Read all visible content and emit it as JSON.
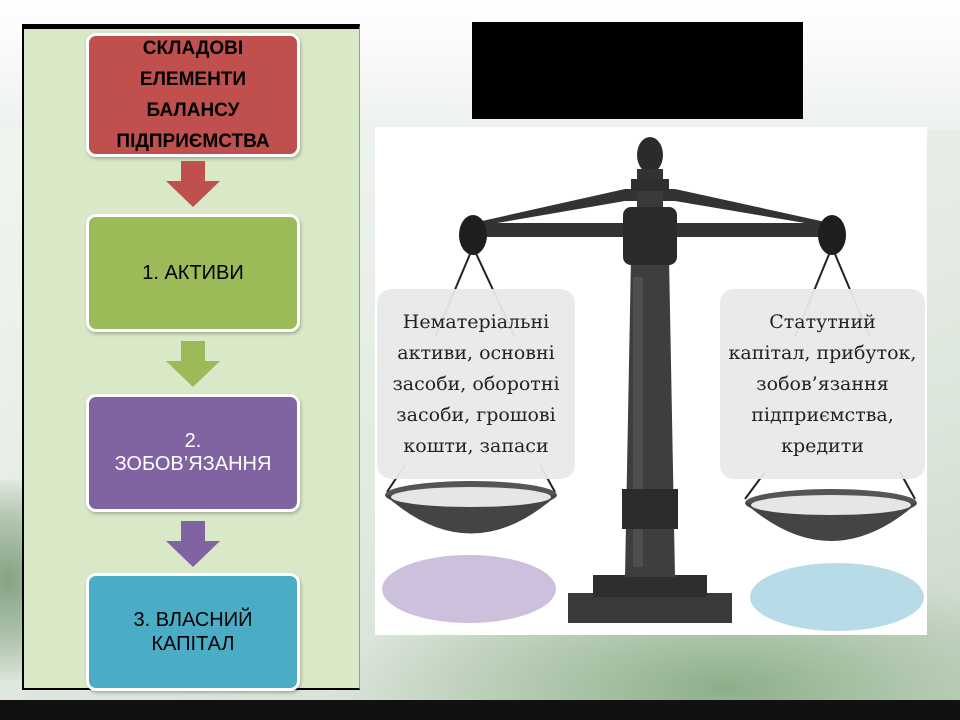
{
  "flowchart": {
    "steps": [
      {
        "label": "СКЛАДОВІ\nЕЛЕМЕНТИ\nБАЛАНСУ\nПІДПРИЄМСТВА",
        "color": "#c0504d"
      },
      {
        "label": "1. АКТИВИ",
        "color": "#9bbb59"
      },
      {
        "label": "2.\nЗОБОВ’ЯЗАННЯ",
        "color": "#8064a2"
      },
      {
        "label": "3. ВЛАСНИЙ\nКАПІТАЛ",
        "color": "#4bacc6"
      }
    ],
    "arrow_colors": [
      "#c0504d",
      "#9bbb59",
      "#8064a2"
    ]
  },
  "scale": {
    "left_label": "Нематеріальні\nактиви, основні\nзасоби, оборотні\nзасоби, грошові\nкошти, запаси",
    "right_label": "Статутний\nкапітал, прибуток,\nзобов’язання\nпідприємства,\nкредити",
    "left_oval_color": "#cdc0dd",
    "right_oval_color": "#b7dce8"
  }
}
